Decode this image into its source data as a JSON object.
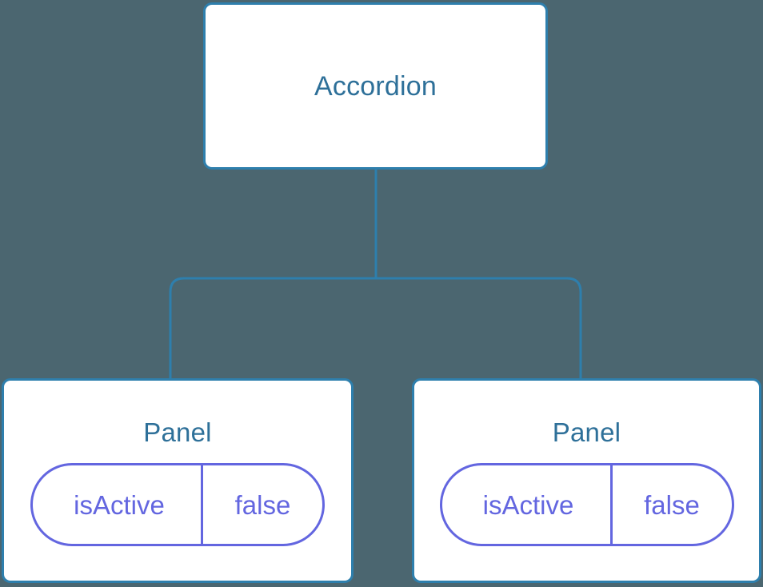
{
  "diagram": {
    "type": "component-tree",
    "background_color": "#4b6670",
    "node_border_color": "#2e7fad",
    "node_title_color": "#2e7099",
    "prop_accent_color": "#6366e0",
    "edge_color": "#2e7fad",
    "root": {
      "title": "Accordion"
    },
    "children": [
      {
        "title": "Panel",
        "prop": {
          "key": "isActive",
          "value": "false"
        }
      },
      {
        "title": "Panel",
        "prop": {
          "key": "isActive",
          "value": "false"
        }
      }
    ]
  }
}
